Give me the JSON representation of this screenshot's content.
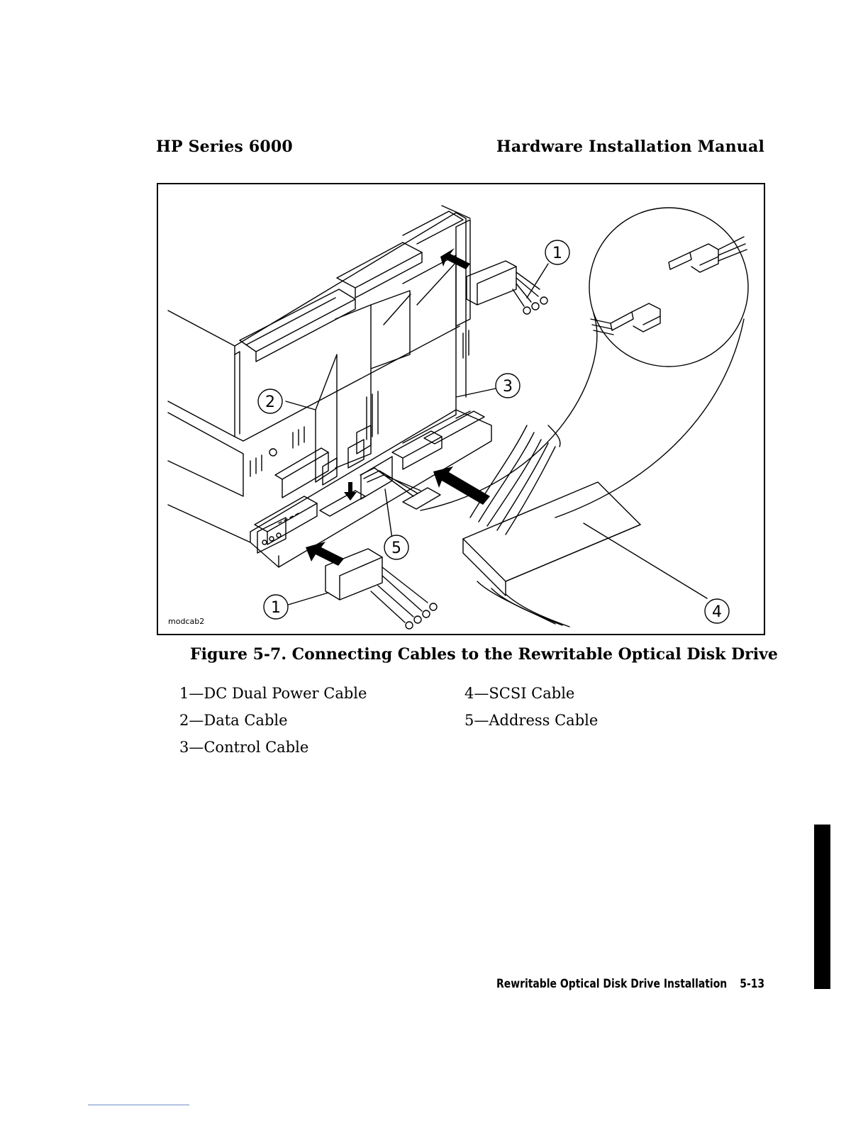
{
  "header": {
    "left": "HP Series 6000",
    "right": "Hardware Installation Manual"
  },
  "figure": {
    "code": "modcab2",
    "callouts": [
      "1",
      "2",
      "3",
      "5",
      "1",
      "4"
    ],
    "caption": "Figure 5-7. Connecting Cables to the Rewritable Optical Disk Drive"
  },
  "legend": [
    "1—DC Dual Power Cable",
    "2—Data Cable",
    "3—Control Cable",
    "4—SCSI Cable",
    "5—Address Cable"
  ],
  "footer": {
    "section": "Rewritable Optical Disk Drive Installation",
    "page": "5-13"
  },
  "colors": {
    "text": "#000000",
    "line": "#000000",
    "tab_marker": "#000000",
    "bottom_rule": "#6f8ec9"
  }
}
